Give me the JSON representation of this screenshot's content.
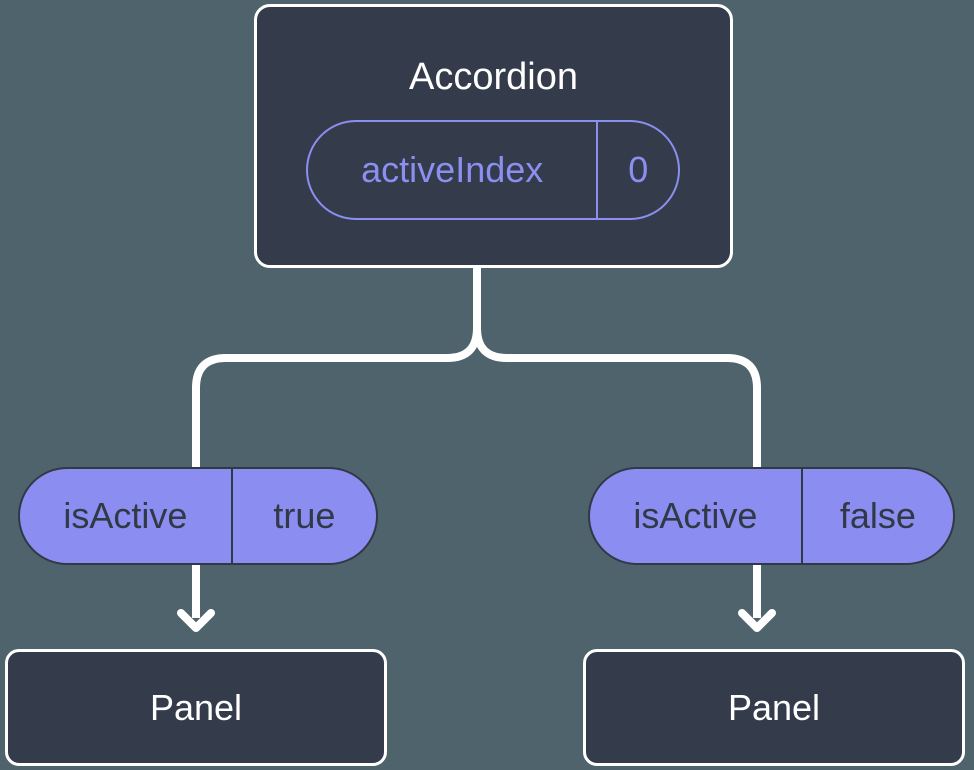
{
  "colors": {
    "background": "#4E636B",
    "node_fill": "#343B4B",
    "node_border": "#FFFFFF",
    "title_text": "#FFFFFF",
    "accent_purple": "#8A8FF0",
    "pill_fill": "#8B8EF0",
    "pill_border": "#313846",
    "pill_text": "#313846",
    "connector": "#FFFFFF"
  },
  "tree": {
    "root": {
      "label": "Accordion",
      "state_pill": {
        "name": "activeIndex",
        "value": "0"
      }
    },
    "children": [
      {
        "prop_pill": {
          "name": "isActive",
          "value": "true"
        },
        "label": "Panel"
      },
      {
        "prop_pill": {
          "name": "isActive",
          "value": "false"
        },
        "label": "Panel"
      }
    ]
  }
}
